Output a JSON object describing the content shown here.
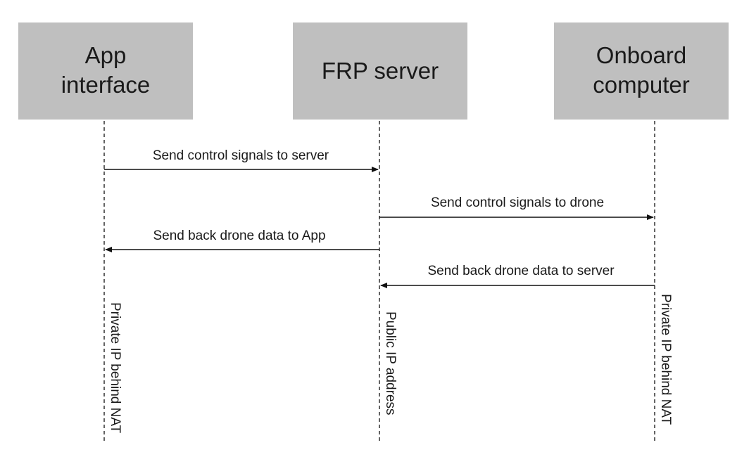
{
  "participants": [
    {
      "id": "app",
      "lines": [
        "App",
        "interface"
      ],
      "note": "Private IP behind NAT"
    },
    {
      "id": "frp",
      "lines": [
        "FRP server"
      ],
      "note": "Public IP address"
    },
    {
      "id": "onboard",
      "lines": [
        "Onboard",
        "computer"
      ],
      "note": "Private IP behind NAT"
    }
  ],
  "messages": [
    {
      "from": "app",
      "to": "frp",
      "label": "Send control signals to server"
    },
    {
      "from": "frp",
      "to": "onboard",
      "label": "Send control signals to drone"
    },
    {
      "from": "frp",
      "to": "app",
      "label": "Send back drone data to App"
    },
    {
      "from": "onboard",
      "to": "frp",
      "label": "Send back drone data to server"
    }
  ]
}
